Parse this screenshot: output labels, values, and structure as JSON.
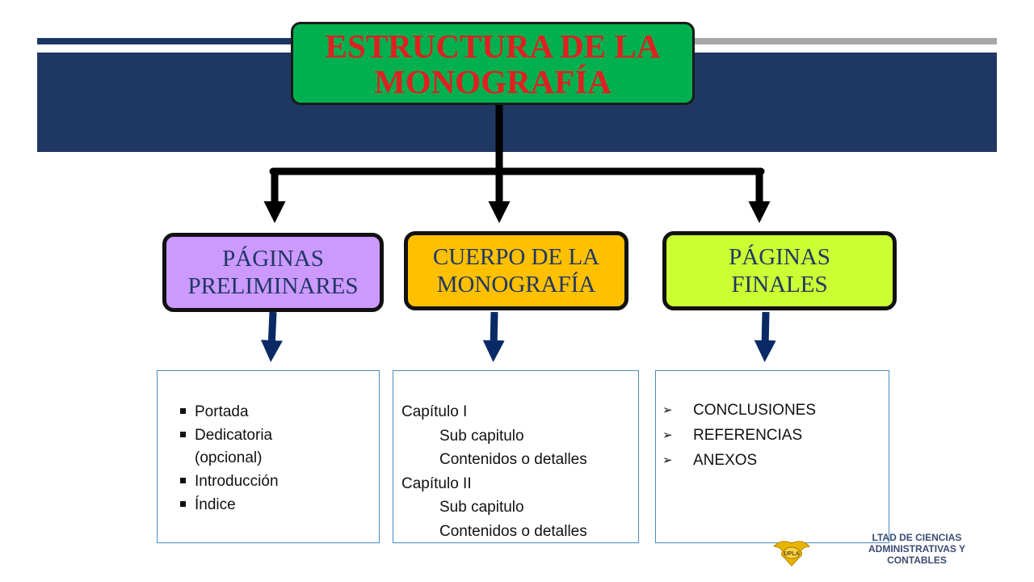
{
  "title": "ESTRUCTURA DE LA\nMONOGRAFÍA",
  "categories": [
    {
      "label": "PÁGINAS\nPRELIMINARES",
      "color": "#cc99ff"
    },
    {
      "label": "CUERPO DE LA\nMONOGRAFÍA",
      "color": "#ffc000"
    },
    {
      "label": "PÁGINAS\nFINALES",
      "color": "#ccff33"
    }
  ],
  "preliminares": {
    "items": [
      "Portada",
      "Dedicatoria",
      "Introducción",
      "Índice"
    ],
    "dedicatoria_note": "(opcional)"
  },
  "cuerpo": {
    "chapters": [
      {
        "title": "Capítulo I",
        "sub": "Sub capitulo",
        "detail": "Contenidos o detalles"
      },
      {
        "title": "Capítulo II",
        "sub": "Sub capitulo",
        "detail": "Contenidos o detalles"
      }
    ]
  },
  "finales": {
    "items": [
      "CONCLUSIONES",
      "REFERENCIAS",
      "ANEXOS"
    ]
  },
  "institution": {
    "text": "LTAD DE CIENCIAS\nADMINISTRATIVAS Y\nCONTABLES",
    "logo_text": "UPLA"
  },
  "colors": {
    "header_band": "#1f3763",
    "title_box": "#00b04f",
    "title_text": "#e02020",
    "category_text": "#1f3763",
    "blue_arrows": "#0a2a66",
    "list_border": "#4a8bc2"
  }
}
